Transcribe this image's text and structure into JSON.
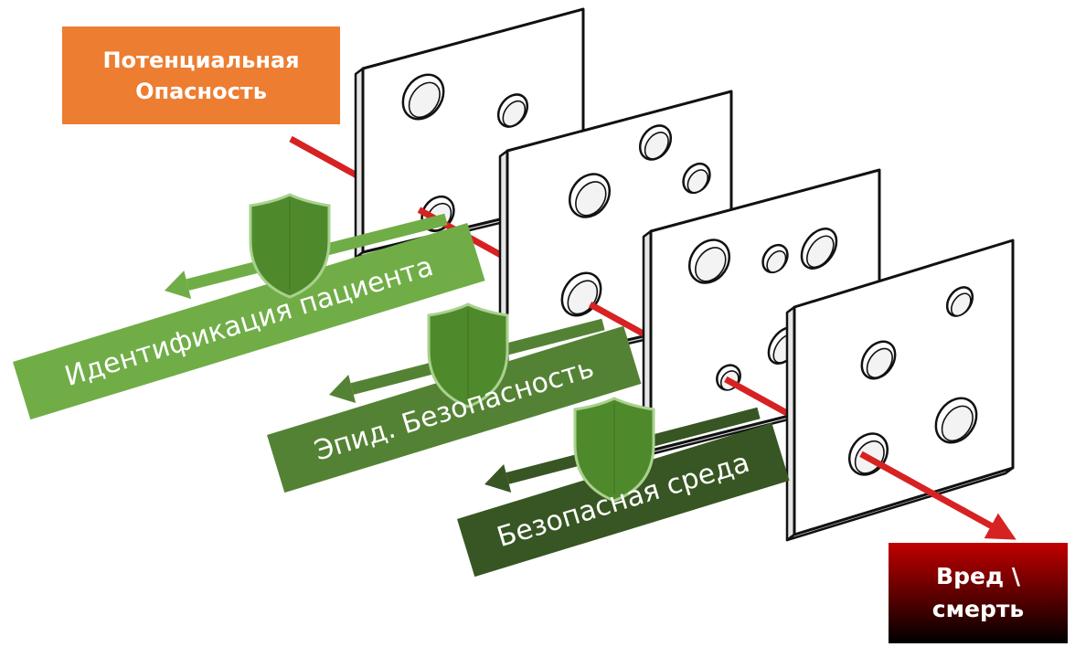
{
  "hazard": {
    "line1": "Потенциальная",
    "line2": "Опасность",
    "color": "#ED7D31"
  },
  "harm": {
    "line1": "Вред \\",
    "line2": "смерть",
    "color_top": "#C00000",
    "color_bottom": "#000000"
  },
  "barriers": [
    {
      "label": "Идентификация пациента",
      "color": "#70AD47",
      "arrow_color": "#70AD47"
    },
    {
      "label": "Эпид. Безопасность",
      "color": "#548235",
      "arrow_color": "#548235"
    },
    {
      "label": "Безопасная среда",
      "color": "#375623",
      "arrow_color": "#375623"
    }
  ],
  "colors": {
    "hazard_trajectory": "#D62222",
    "shield_fill": "#4E8A2C",
    "shield_stroke": "#A9D18E",
    "slice_fill": "#FFFFFF",
    "slice_stroke": "#111111"
  },
  "icons": {
    "shield": "shield-icon",
    "slice": "cheese-slice",
    "hole": "hole"
  }
}
